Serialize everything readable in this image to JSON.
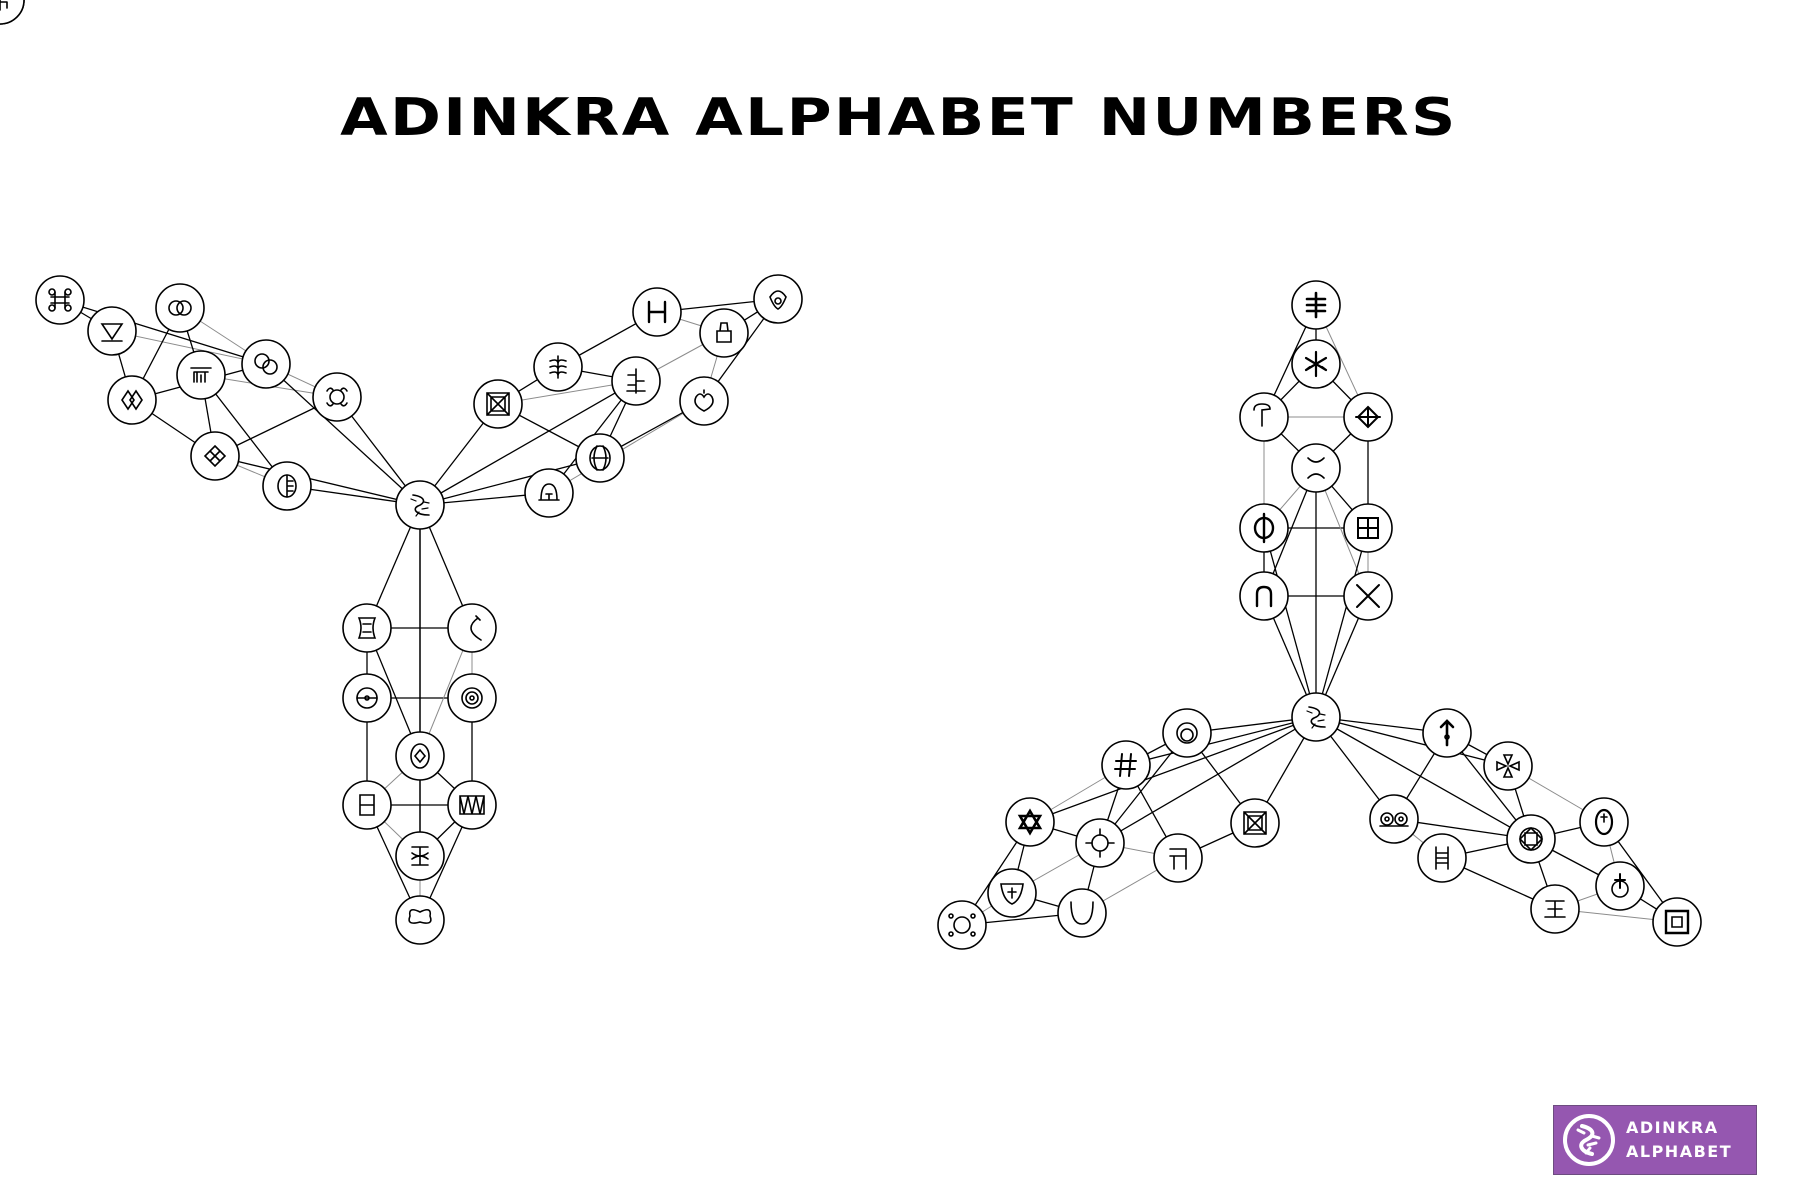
{
  "title": "ADINKRA ALPHABET NUMBERS",
  "logo": {
    "line1": "ADINKRA",
    "line2": "ALPHABET",
    "bg_color": "#9557b0",
    "text_color": "#ffffff",
    "icon": "gye-nyame-icon"
  },
  "colors": {
    "node_stroke": "#000000",
    "edge_strong": "#000000",
    "edge_light": "#8c8c8c",
    "node_fill": "#ffffff"
  },
  "diagrams": [
    {
      "name": "left-diagram",
      "center_symbol": "gye-nyame-icon",
      "arms": [
        {
          "name": "arm-upper-left",
          "symbols": [
            "mpatapo-icon",
            "eban-fence-icon",
            "triangle-down-icon",
            "linked-rings-icon",
            "nkonsonkonson-icon",
            "crab-icon",
            "double-diamond-icon",
            "diamond-window-icon",
            "oval-comb-icon",
            "two-moons-icon"
          ]
        },
        {
          "name": "arm-upper-right",
          "symbols": [
            "seal-H-icon",
            "acorn-icon",
            "house-icon",
            "leaf-icon",
            "wawa-tree-icon",
            "crossed-square-icon",
            "hye-won-hye-icon",
            "bell-icon",
            "heart-drop-icon",
            "trident-icon"
          ]
        },
        {
          "name": "arm-bottom",
          "symbols": [
            "hourglass-icon",
            "crescent-icon",
            "target-cross-icon",
            "concentric-circles-icon",
            "eye-diamond-icon",
            "window-bar-icon",
            "zigzag-icon",
            "akoma-ntoaso-icon",
            "butterfly-icon"
          ]
        }
      ]
    },
    {
      "name": "right-diagram",
      "center_symbol": "gye-nyame-icon",
      "arms": [
        {
          "name": "arm-top",
          "symbols": [
            "triple-bar-icon",
            "star-wheel-icon",
            "hook-icon",
            "diamond-cross-icon",
            "twin-crescent-icon",
            "phi-icon",
            "window-four-icon",
            "aries-icon",
            "x-cross-icon"
          ]
        },
        {
          "name": "arm-lower-left",
          "symbols": [
            "spiral-circle-icon",
            "hash-icon",
            "crossed-square-icon",
            "star-of-david-icon",
            "crosshair-icon",
            "door-icon",
            "heart-cross-icon",
            "cup-icon",
            "compass-icon"
          ]
        },
        {
          "name": "arm-lower-right",
          "symbols": [
            "arrow-up-icon",
            "maltese-cross-icon",
            "spiral-double-icon",
            "diamond-square-icon",
            "oval-cross-icon",
            "ladder-icon",
            "pi-bar-icon",
            "earth-icon",
            "square-in-square-icon"
          ]
        }
      ]
    }
  ]
}
